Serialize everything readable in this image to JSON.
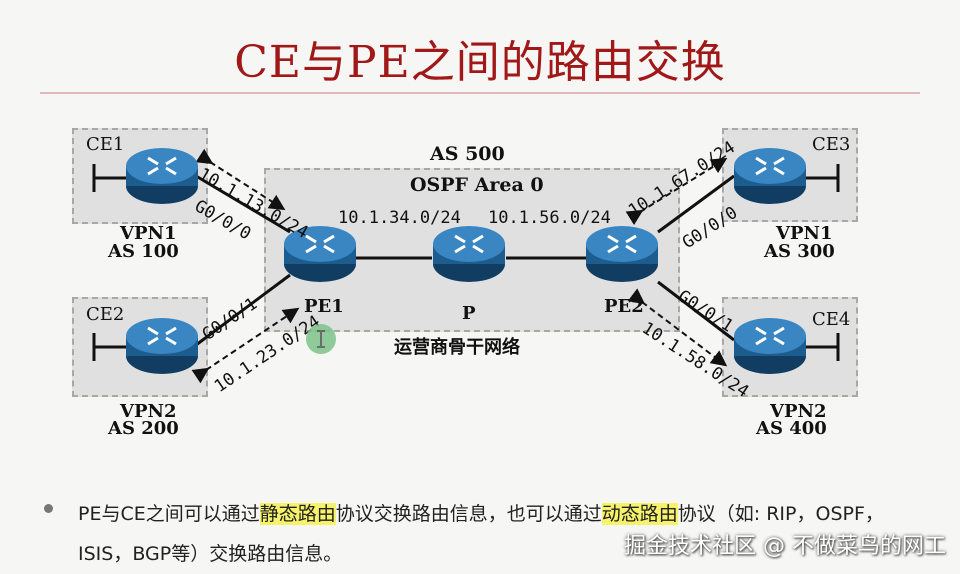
{
  "title": "CE与PE之间的路由交换",
  "backbone": {
    "as_label": "AS 500",
    "ospf_label": "OSPF Area 0",
    "isp_label": "运营商骨干网络",
    "link_pe1_p": "10.1.34.0/24",
    "link_p_pe2": "10.1.56.0/24"
  },
  "nodes": {
    "ce1": {
      "name": "CE1",
      "vpn": "VPN1",
      "as": "AS 100"
    },
    "ce2": {
      "name": "CE2",
      "vpn": "VPN2",
      "as": "AS 200"
    },
    "ce3": {
      "name": "CE3",
      "vpn": "VPN1",
      "as": "AS 300"
    },
    "ce4": {
      "name": "CE4",
      "vpn": "VPN2",
      "as": "AS 400"
    },
    "pe1": {
      "name": "PE1"
    },
    "p": {
      "name": "P"
    },
    "pe2": {
      "name": "PE2"
    }
  },
  "links": {
    "ce1_pe1": {
      "subnet": "10.1.13.0/24",
      "iface": "G0/0/0"
    },
    "ce2_pe1": {
      "subnet": "10.1.23.0/24",
      "iface": "G0/0/1"
    },
    "ce3_pe2": {
      "subnet": "10.1.67.0/24",
      "iface": "G0/0/0"
    },
    "ce4_pe2": {
      "subnet": "10.1.58.0/24",
      "iface": "G0/0/1"
    }
  },
  "bullet": {
    "part1": "PE与CE之间可以通过",
    "hl1": "静态路由",
    "part2": "协议交换路由信息，也可以通过",
    "hl2": "动态路由",
    "part3": "协议（如: RIP，OSPF，ISIS，BGP等）交换路由信息。"
  },
  "watermark": "掘金技术社区 @ 不做菜鸟的网工",
  "colors": {
    "title": "#a01818",
    "router_body": "#1d5c8e",
    "highlight": "#f6f26a",
    "zone": "#e0e0e0"
  },
  "icons": {
    "router": "router-icon",
    "cursor": "cursor-icon"
  }
}
